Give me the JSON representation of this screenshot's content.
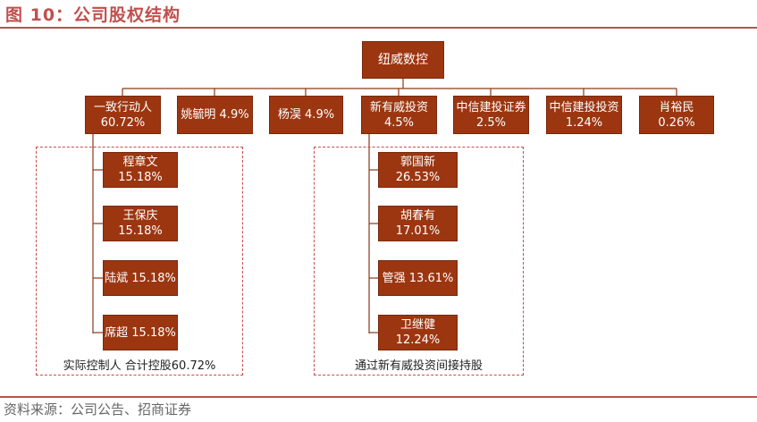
{
  "figure": {
    "title": "图 10：公司股权结构",
    "source": "资料来源：公司公告、招商证券"
  },
  "root": {
    "label": "纽威数控"
  },
  "shareholders": [
    {
      "name": "一致行动人",
      "pct": "60.72%"
    },
    {
      "name": "姚毓明 4.9%",
      "pct": ""
    },
    {
      "name": "杨淏 4.9%",
      "pct": ""
    },
    {
      "name": "新有威投资",
      "pct": "4.5%"
    },
    {
      "name": "中信建投证券",
      "pct": "2.5%"
    },
    {
      "name": "中信建投投资",
      "pct": "1.24%"
    },
    {
      "name": "肖裕民",
      "pct": "0.26%"
    }
  ],
  "group_left": {
    "members": [
      {
        "name": "程章文",
        "pct": "15.18%"
      },
      {
        "name": "王保庆",
        "pct": "15.18%"
      },
      {
        "name": "陆斌 15.18%",
        "pct": ""
      },
      {
        "name": "席超 15.18%",
        "pct": ""
      }
    ],
    "caption": "实际控制人 合计控股60.72%"
  },
  "group_right": {
    "members": [
      {
        "name": "郭国新",
        "pct": "26.53%"
      },
      {
        "name": "胡春有",
        "pct": "17.01%"
      },
      {
        "name": "管强 13.61%",
        "pct": ""
      },
      {
        "name": "卫继健",
        "pct": "12.24%"
      }
    ],
    "caption": "通过新有威投资间接持股"
  },
  "colors": {
    "box": "#9c3610",
    "accent": "#c0504d",
    "line": "#8a3a1a"
  }
}
